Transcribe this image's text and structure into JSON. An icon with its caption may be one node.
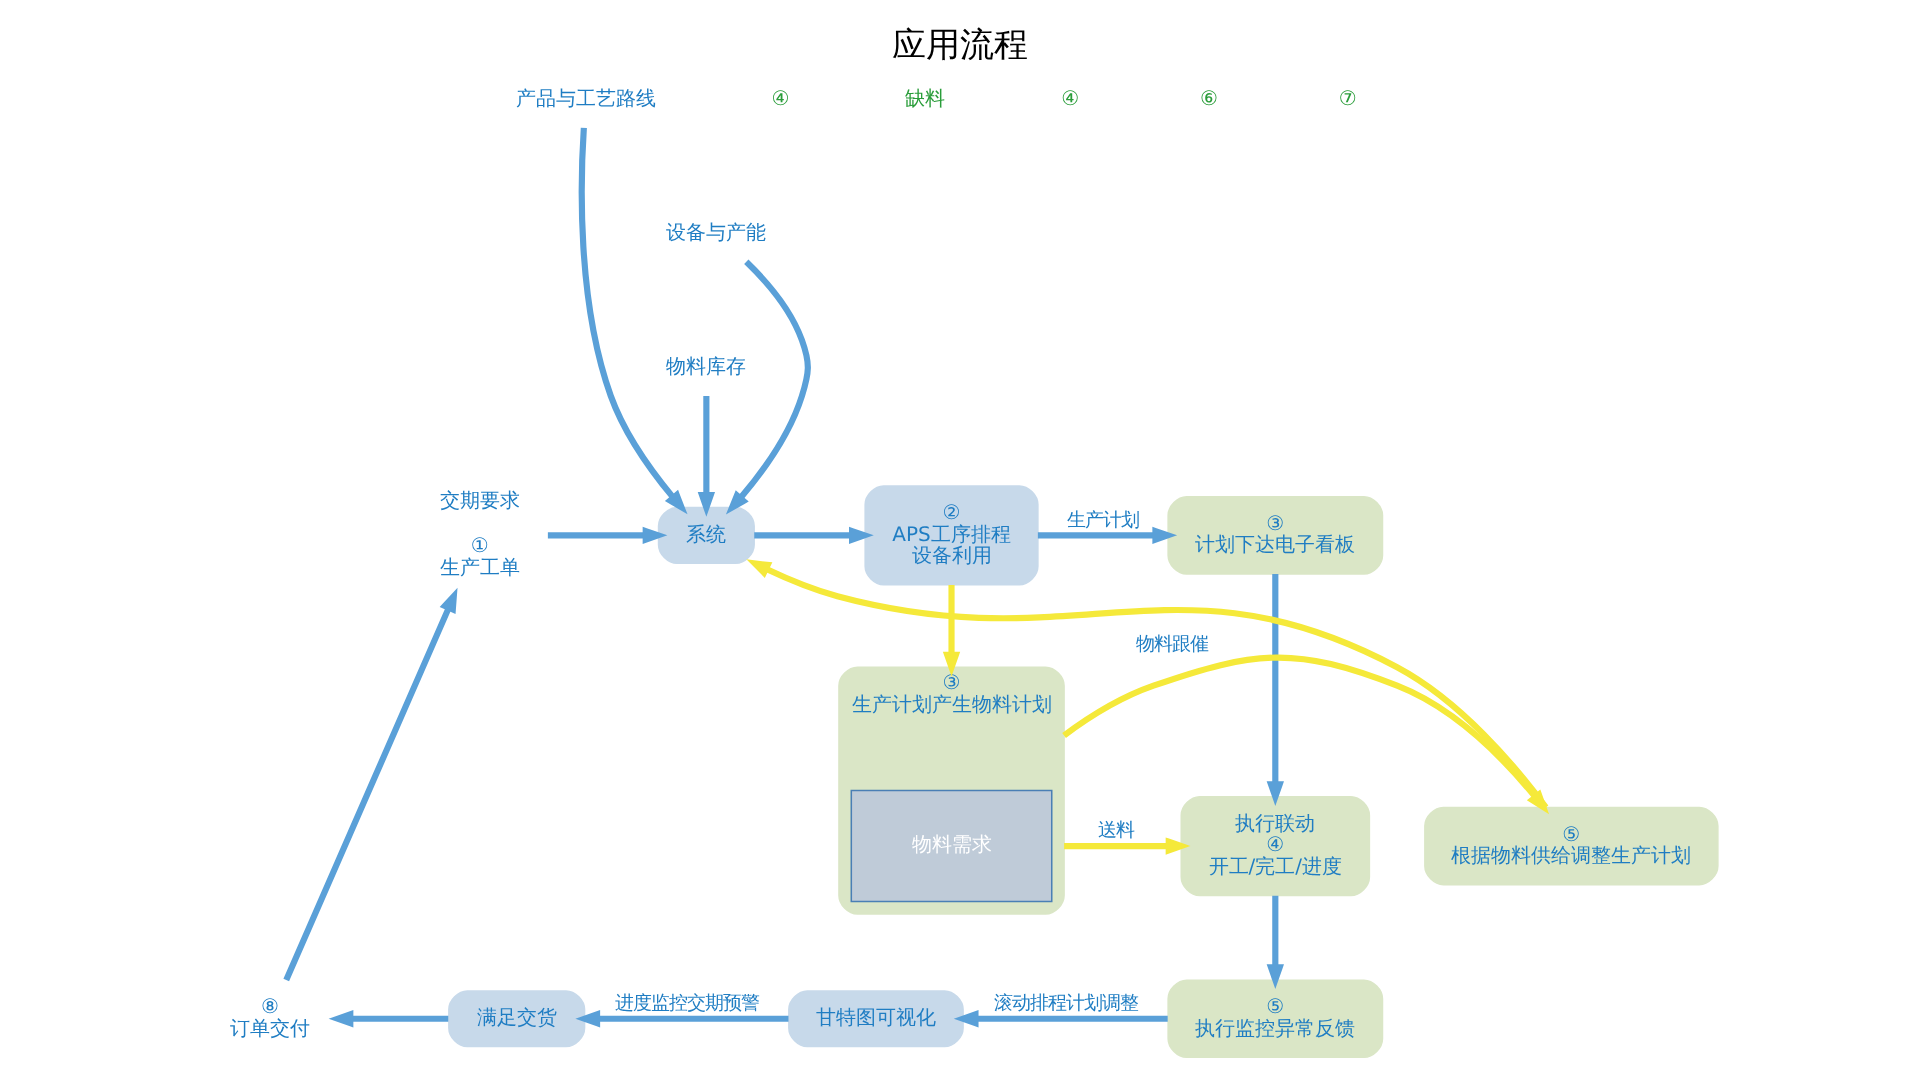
{
  "diagram": {
    "title": "应用流程",
    "nodes": [
      {
        "text": [
          "①",
          "生产工单"
        ],
        "beside": [
          "交期要求"
        ]
      },
      {
        "text": [
          "系统"
        ]
      },
      {
        "text": [
          "产品与工艺路线"
        ]
      },
      {
        "text": [
          "设备与产能"
        ]
      },
      {
        "text": [
          "物料库存"
        ]
      },
      {
        "text": [
          "②",
          "APS工序排程",
          "设备利用"
        ]
      },
      {
        "text": [
          "③",
          "计划下达电子看板"
        ]
      },
      {
        "text": [
          "③",
          "生产计划产生物料计划"
        ]
      },
      {
        "text": [
          "物料需求"
        ],
        "in": 7
      },
      {
        "text": [
          "⑤",
          "根据物料供给调整生产计划"
        ]
      },
      {
        "text": [
          "执行联动",
          "④",
          "开工/完工/进度"
        ]
      },
      {
        "text": [
          "⑤",
          "执行监控异常反馈"
        ]
      },
      {
        "text": [
          "甘特图可视化"
        ]
      },
      {
        "text": [
          "满足交货"
        ]
      },
      {
        "text": [
          "⑧",
          "订单交付"
        ]
      }
    ],
    "edges": [
      {
        "from": 0,
        "to": 1,
        "arrow": "to"
      },
      {
        "from": 2,
        "to": 1,
        "arrow": "to"
      },
      {
        "from": 3,
        "to": 1,
        "arrow": "to"
      },
      {
        "from": 4,
        "to": 1,
        "arrow": "to"
      },
      {
        "from": 1,
        "to": 5,
        "arrow": "to"
      },
      {
        "from": 5,
        "to": 6,
        "arrow": "to",
        "label": "生产计划"
      },
      {
        "from": 5,
        "to": 7,
        "arrow": "to",
        "color": "#f5e93a"
      },
      {
        "from": 6,
        "to": 10,
        "arrow": "to"
      },
      {
        "from": 7,
        "to": 9,
        "arrow": "to",
        "label": "物料跟催",
        "color": "#f5e93a"
      },
      {
        "from": 7,
        "to": 10,
        "arrow": "to",
        "label": "送料",
        "color": "#f5e93a"
      },
      {
        "from": 9,
        "to": 1,
        "arrow": "to",
        "color": "#f5e93a"
      },
      {
        "from": 10,
        "to": 11,
        "arrow": "to"
      },
      {
        "from": 11,
        "to": 12,
        "arrow": "to",
        "label": "滚动排程计划调整"
      },
      {
        "from": 12,
        "to": 13,
        "arrow": "to",
        "label": "进度监控交期预警"
      },
      {
        "from": 13,
        "to": 14,
        "arrow": "to"
      },
      {
        "from": 14,
        "to": 0,
        "arrow": "to"
      }
    ],
    "labels": [
      "④",
      "缺料",
      "④",
      "⑥",
      "⑦"
    ]
  }
}
